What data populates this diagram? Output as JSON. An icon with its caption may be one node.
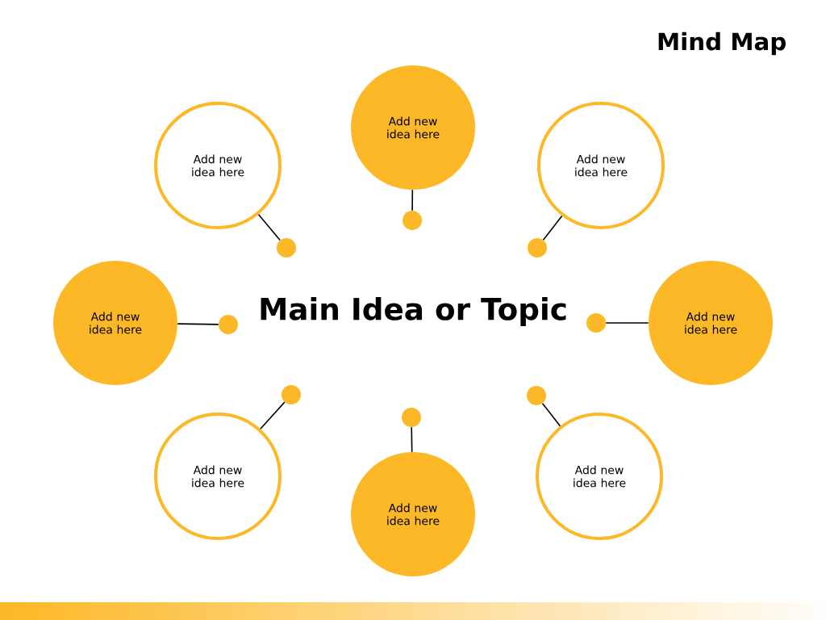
{
  "diagram": {
    "title": "Mind Map",
    "nodes": [
      {
        "text": [
          "Add new idea here"
        ]
      },
      {
        "text": [
          "Add new idea here"
        ]
      },
      {
        "text": [
          "Add new idea here"
        ]
      },
      {
        "text": [
          "Add new idea here"
        ]
      },
      {
        "text": [
          "Main Idea or Topic"
        ]
      },
      {
        "text": [
          "Add new idea here"
        ]
      },
      {
        "text": [
          "Add new idea here"
        ]
      },
      {
        "text": [
          "Add new idea here"
        ]
      },
      {
        "text": [
          "Add new idea here"
        ]
      },
      {
        "text": [],
        "shape": "circle"
      },
      {
        "text": [],
        "shape": "circle"
      },
      {
        "text": [],
        "shape": "circle"
      },
      {
        "text": [],
        "shape": "circle"
      },
      {
        "text": [],
        "shape": "circle"
      },
      {
        "text": [],
        "shape": "circle"
      },
      {
        "text": [],
        "shape": "circle"
      },
      {
        "text": [],
        "shape": "circle"
      }
    ],
    "edges": [
      {
        "from": 0,
        "to": 9,
        "arrow": "none"
      },
      {
        "from": 1,
        "to": 10,
        "arrow": "none"
      },
      {
        "from": 2,
        "to": 11,
        "arrow": "none"
      },
      {
        "from": 3,
        "to": 12,
        "arrow": "none"
      },
      {
        "from": 5,
        "to": 13,
        "arrow": "none"
      },
      {
        "from": 6,
        "to": 14,
        "arrow": "none"
      },
      {
        "from": 7,
        "to": 15,
        "arrow": "none"
      },
      {
        "from": 8,
        "to": 16,
        "arrow": "none"
      }
    ]
  }
}
